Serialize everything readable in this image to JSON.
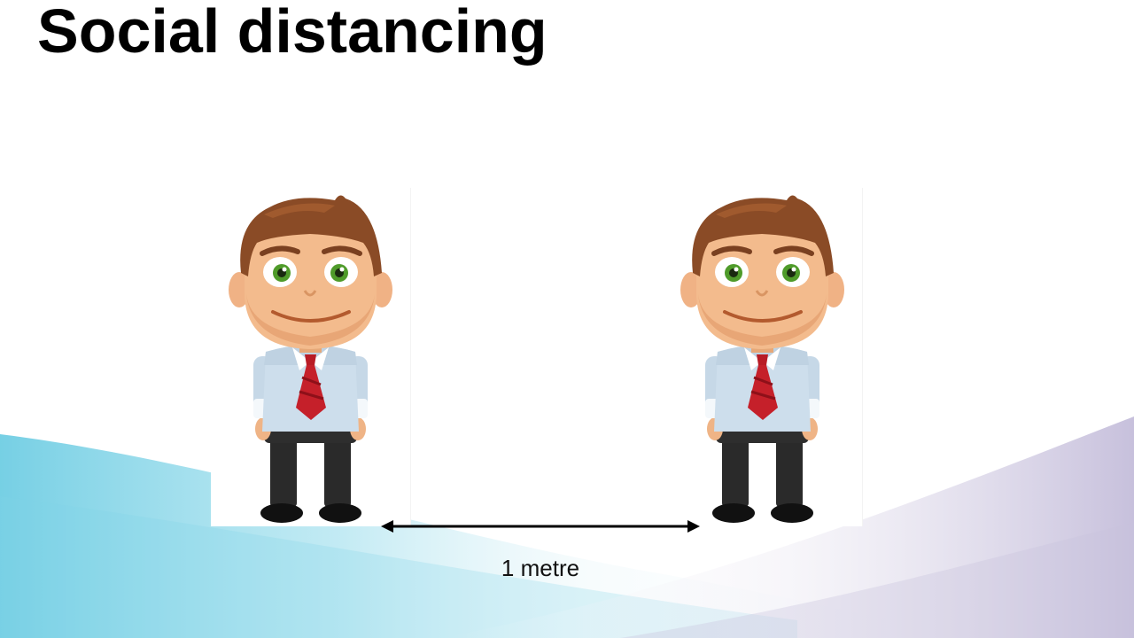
{
  "slide": {
    "title": "Social distancing",
    "distance_label": "1 metre"
  },
  "figures": [
    {
      "name": "person-left",
      "icon": "cartoon-businessman"
    },
    {
      "name": "person-right",
      "icon": "cartoon-businessman"
    }
  ],
  "colors": {
    "background": "#ffffff",
    "title": "#000000",
    "arrow": "#000000",
    "wave_cyan": "#7fd3e6",
    "wave_lavender": "#c9c3dc",
    "hair": "#8a4b26",
    "skin": "#f2b98a",
    "shirt": "#c9dbe9",
    "tie": "#c5202a",
    "trousers": "#2a2a2a",
    "eyes": "#4f9b2a"
  }
}
